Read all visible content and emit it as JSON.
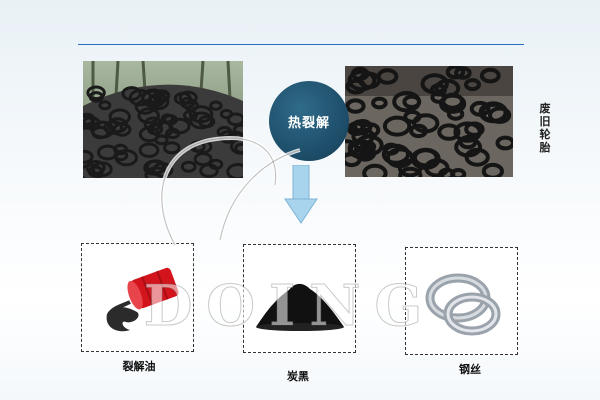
{
  "process": {
    "label": "热裂解"
  },
  "input": {
    "label": "废旧轮胎"
  },
  "products": [
    {
      "label": "裂解油"
    },
    {
      "label": "炭黑"
    },
    {
      "label": "钢丝"
    }
  ],
  "watermark": {
    "text": "DOING"
  },
  "colors": {
    "circle": "#1c4b66",
    "arrow": "#a8d4ee",
    "rule": "#2a6fc0",
    "barrel": "#d4141d"
  }
}
